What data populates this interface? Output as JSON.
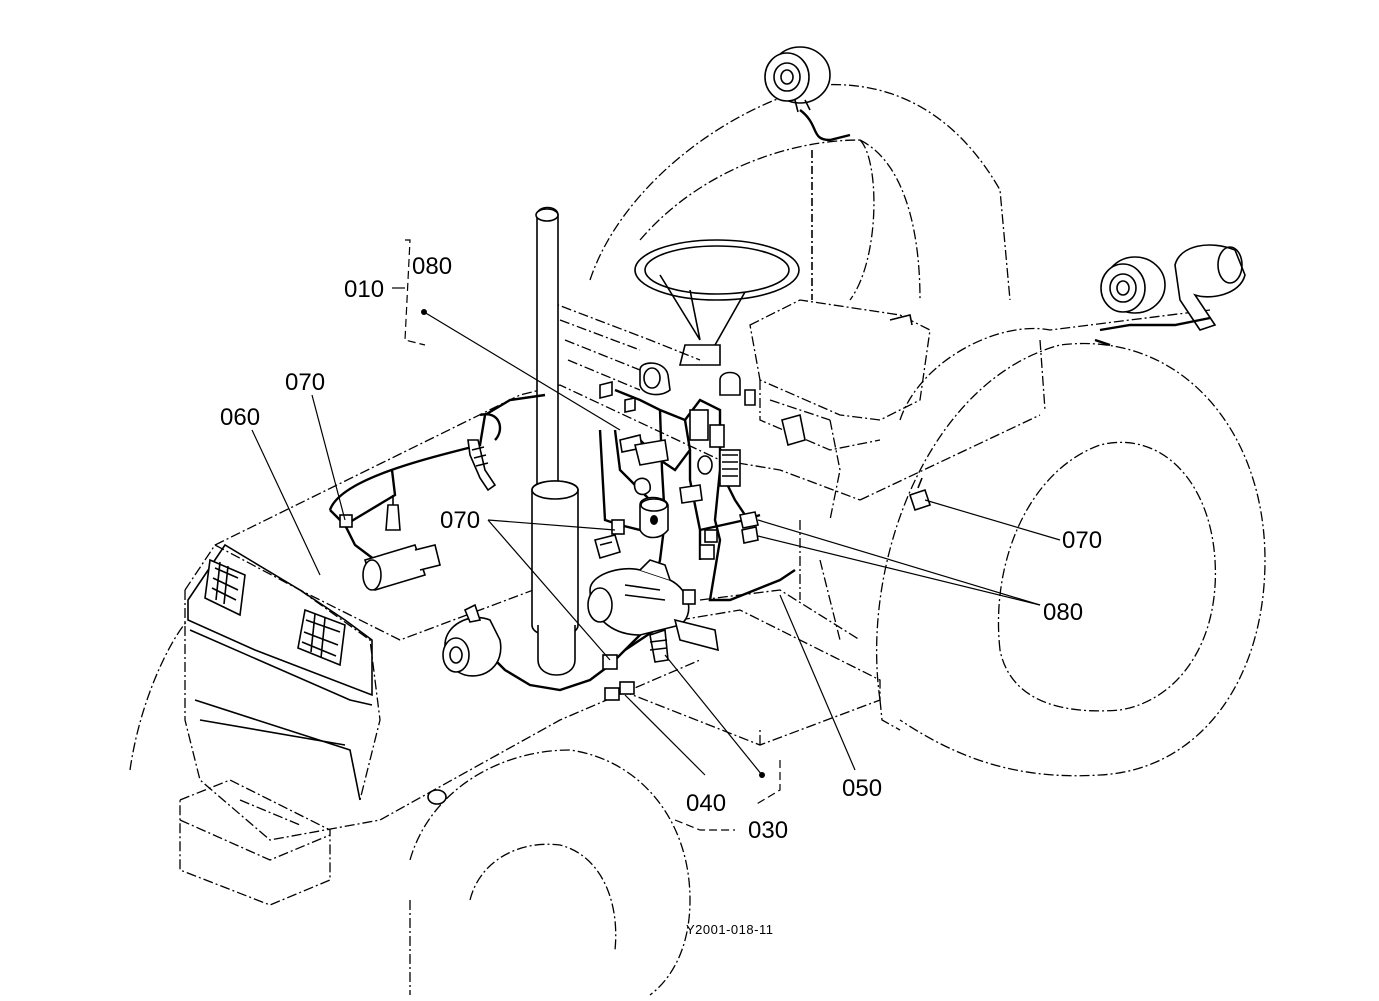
{
  "callouts": {
    "c010": "010",
    "c080_top": "080",
    "c070_left": "070",
    "c060": "060",
    "c070_mid": "070",
    "c070_right": "070",
    "c080_right": "080",
    "c050": "050",
    "c040": "040",
    "c030": "030"
  },
  "figure_code": "Y2001-018-11"
}
